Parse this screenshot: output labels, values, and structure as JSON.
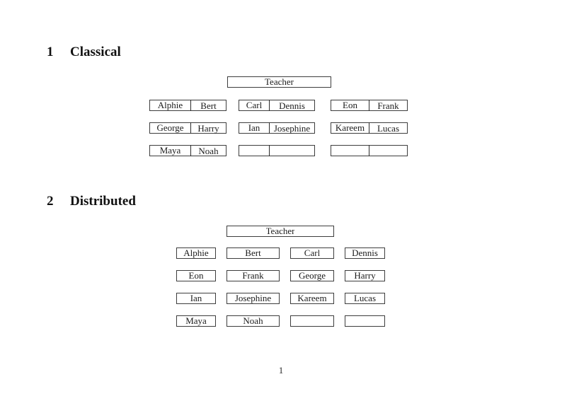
{
  "page": {
    "background": "#ffffff",
    "text_color": "#1b1b1b",
    "border_color": "#3d3d3d",
    "page_number": "1"
  },
  "sections": {
    "classical": {
      "number": "1",
      "title": "Classical",
      "teacher_label": "Teacher",
      "rows": [
        [
          [
            "Alphie",
            "Bert"
          ],
          [
            "Carl",
            "Dennis"
          ],
          [
            "Eon",
            "Frank"
          ]
        ],
        [
          [
            "George",
            "Harry"
          ],
          [
            "Ian",
            "Josephine"
          ],
          [
            "Kareem",
            "Lucas"
          ]
        ],
        [
          [
            "Maya",
            "Noah"
          ],
          [
            "",
            ""
          ],
          [
            "",
            ""
          ]
        ]
      ]
    },
    "distributed": {
      "number": "2",
      "title": "Distributed",
      "teacher_label": "Teacher",
      "rows": [
        [
          "Alphie",
          "Bert",
          "Carl",
          "Dennis"
        ],
        [
          "Eon",
          "Frank",
          "George",
          "Harry"
        ],
        [
          "Ian",
          "Josephine",
          "Kareem",
          "Lucas"
        ],
        [
          "Maya",
          "Noah",
          "",
          ""
        ]
      ]
    }
  }
}
